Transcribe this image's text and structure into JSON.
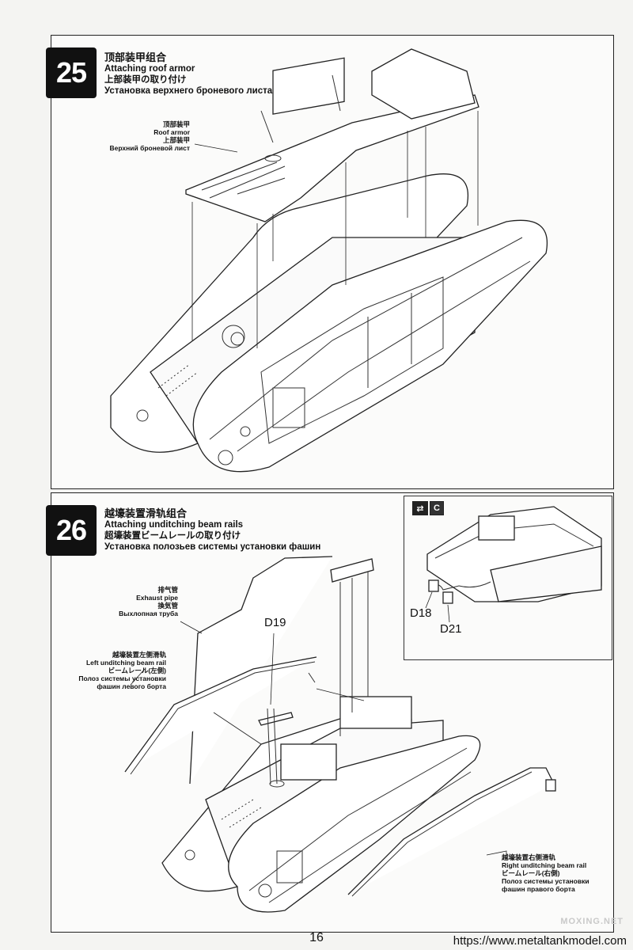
{
  "steps": [
    {
      "number": "25",
      "title_zh": "顶部装甲组合",
      "title_en": "Attaching roof armor",
      "title_ja": "上部装甲の取り付け",
      "title_ru": "Установка верхнего броневого листа"
    },
    {
      "number": "26",
      "title_zh": "越壕装置滑轨组合",
      "title_en": "Attaching unditching beam rails",
      "title_ja": "超壕装置ビームレールの取り付け",
      "title_ru": "Установка полозьев системы установки фашин"
    }
  ],
  "callouts": {
    "roof_armor": {
      "zh": "顶部装甲",
      "en": "Roof armor",
      "ja": "上部装甲",
      "ru": "Верхний броневой лист"
    },
    "exhaust": {
      "zh": "排气管",
      "en": "Exhaust pipe",
      "ja": "換気管",
      "ru": "Выхлопная труба"
    },
    "left_rail": {
      "zh": "越壕装置左侧滑轨",
      "en": "Left unditching beam rail",
      "ja": "ビームレール(左側)",
      "ru1": "Полоз системы установки",
      "ru2": "фашин левого борта"
    },
    "right_rail": {
      "zh": "越壕装置右侧滑轨",
      "en": "Right unditching beam rail",
      "ja": "ビームレール(右側)",
      "ru1": "Полоз системы установки",
      "ru2": "фашин правого борта"
    }
  },
  "parts": {
    "d19": "D19",
    "d18": "D18",
    "d21": "D21"
  },
  "inset": {
    "tag": "C"
  },
  "footer": {
    "page_number": "16",
    "url": "https://www.metaltankmodel.com",
    "watermark": "MOXING.NET"
  }
}
